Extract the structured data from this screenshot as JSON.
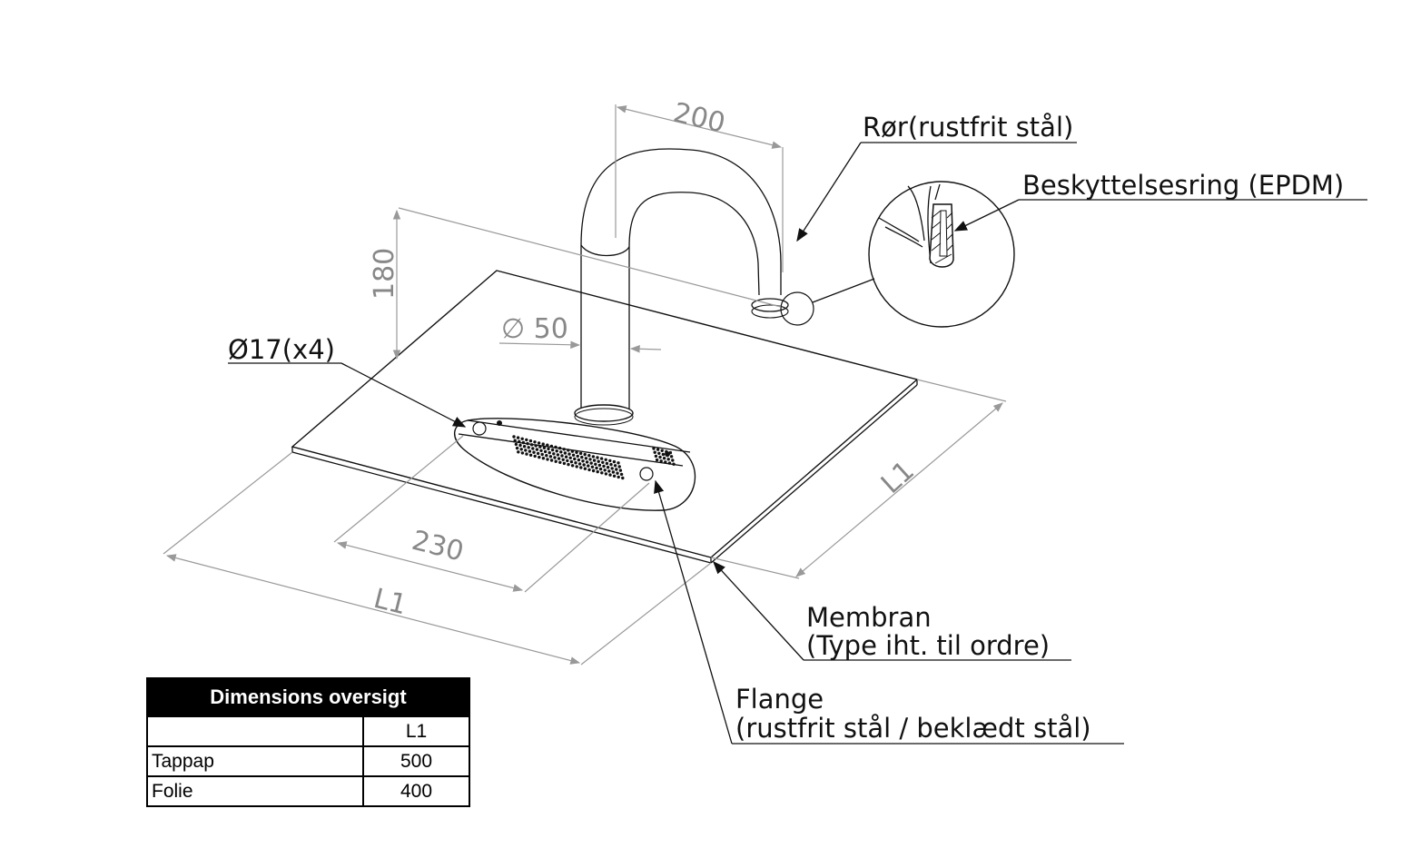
{
  "dimensions": {
    "d200": "200",
    "d180": "180",
    "d50": "∅ 50",
    "d17": "Ø17(x4)",
    "d230": "230",
    "l1_front": "L1",
    "l1_side": "L1"
  },
  "labels": {
    "pipe": "Rør(rustfrit stål)",
    "ring": "Beskyttelsesring (EPDM)",
    "membrane_line1": "Membran",
    "membrane_line2": "(Type iht. til ordre)",
    "flange_line1": "Flange",
    "flange_line2": "(rustfrit stål / beklædt stål)"
  },
  "table": {
    "title": "Dimensions oversigt",
    "column_header": "L1",
    "rows": [
      {
        "name": "Tappap",
        "l1": "500"
      },
      {
        "name": "Folie",
        "l1": "400"
      }
    ]
  }
}
